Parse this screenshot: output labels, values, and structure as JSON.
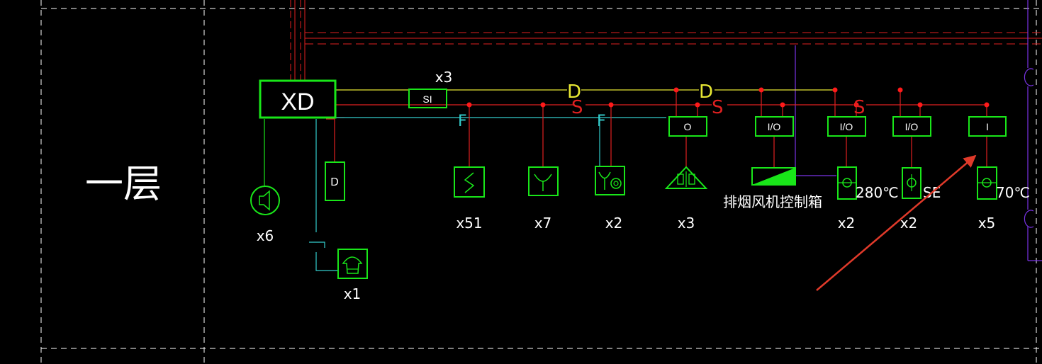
{
  "floor_label": "一层",
  "panel": {
    "label": "XD"
  },
  "bus_letters": {
    "d1": "D",
    "d2": "D",
    "s1": "S",
    "s2": "S",
    "s3": "S",
    "f1": "F",
    "f2": "F"
  },
  "modules": {
    "si": "SI",
    "d_box": "D",
    "o": "O",
    "io1": "I/O",
    "io2": "I/O",
    "io3": "I/O",
    "i": "I"
  },
  "counts": {
    "si": "x3",
    "speaker": "x6",
    "phone": "x1",
    "smoke": "x51",
    "heat": "x7",
    "combo": "x2",
    "alarm": "x3",
    "damper280": "x2",
    "damperse": "x2",
    "damper70": "x5"
  },
  "annotations": {
    "fan_box": "排烟风机控制箱",
    "t280": "280℃",
    "se": "SE",
    "t70": "70℃"
  },
  "colors": {
    "background": "#000000",
    "device": "#19e619",
    "bus_red": "#e02020",
    "bus_yellow": "#e6e633",
    "bus_cyan": "#33cccc",
    "purple": "#7a33e6",
    "node": "#ff1a1a",
    "arrow": "#e03a2a",
    "grid": "#ffffff"
  }
}
